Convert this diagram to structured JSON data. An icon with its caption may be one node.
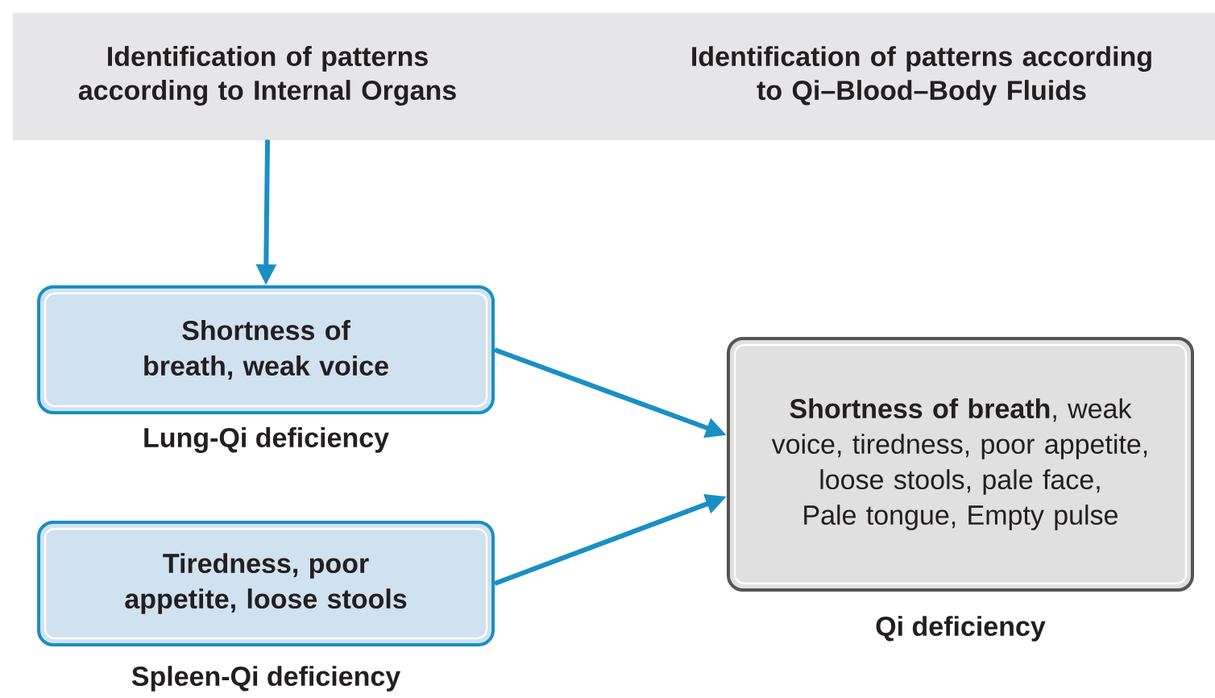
{
  "diagram": {
    "nodes": [
      {
        "text": [
          "Identification of patterns according to Internal Organs"
        ]
      },
      {
        "text": [
          "Identification of patterns according to Qi–Blood–Body Fluids"
        ]
      },
      {
        "text": [
          "Shortness of breath, weak voice"
        ],
        "beside": [
          "Lung-Qi deficiency"
        ]
      },
      {
        "text": [
          "Tiredness, poor appetite, loose stools"
        ],
        "beside": [
          "Spleen-Qi deficiency"
        ]
      },
      {
        "text": [
          "**Shortness of breath**, weak voice, tiredness, poor appetite, loose stools, pale face, Pale tongue, Empty pulse"
        ],
        "beside": [
          "Qi deficiency"
        ]
      }
    ],
    "edges": [
      {
        "from": 0,
        "to": 2,
        "arrow": "to"
      },
      {
        "from": 2,
        "to": 4,
        "arrow": "to"
      },
      {
        "from": 3,
        "to": 4,
        "arrow": "to"
      }
    ]
  }
}
